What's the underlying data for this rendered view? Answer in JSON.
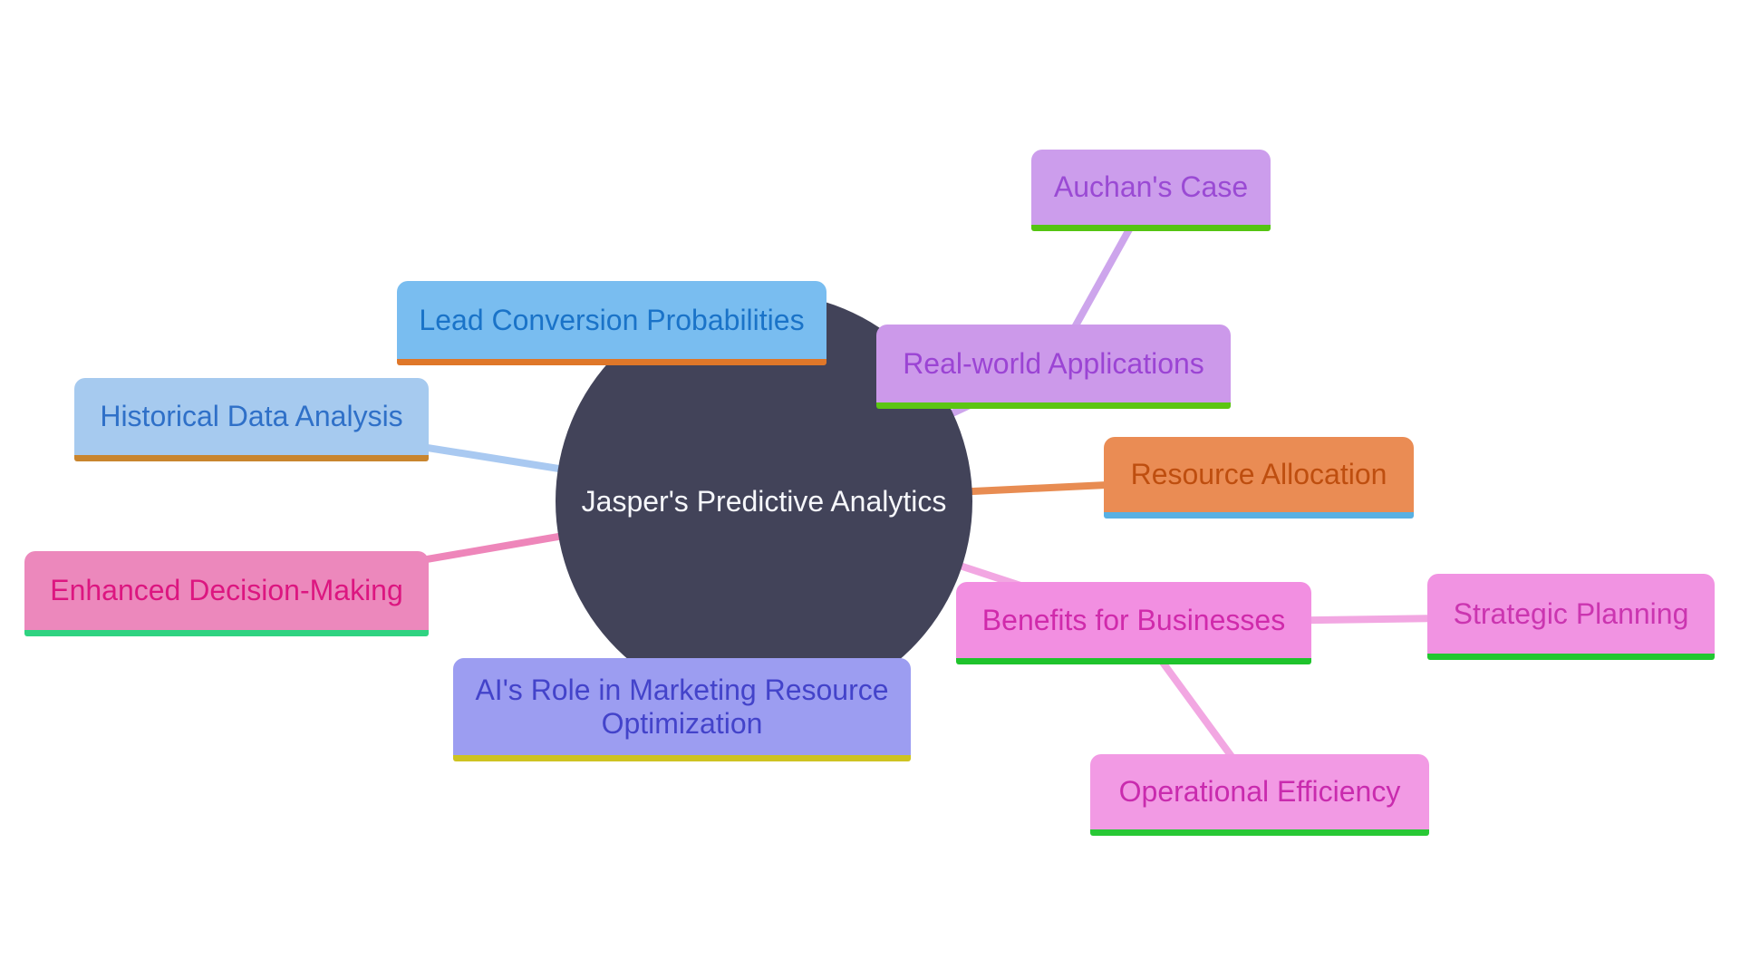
{
  "diagram": {
    "type": "mindmap",
    "background": "#FFFFFF",
    "root": {
      "id": "root",
      "label": "Jasper's Predictive Analytics",
      "bg": "#424359",
      "text_color": "#F6F7FB"
    },
    "nodes": [
      {
        "id": "lead",
        "label": "Lead Conversion Probabilities",
        "bg": "#79BDF0",
        "text_color": "#1A73C8",
        "underline": "#DF7729"
      },
      {
        "id": "historical",
        "label": "Historical Data Analysis",
        "bg": "#A6CAEF",
        "text_color": "#2F70C8",
        "underline": "#C9852E"
      },
      {
        "id": "enhanced",
        "label": "Enhanced Decision-Making",
        "bg": "#EC88BC",
        "text_color": "#DC1680",
        "underline": "#2FD381"
      },
      {
        "id": "ai",
        "label": "AI's Role in Marketing Resource Optimization",
        "bg": "#9C9DF1",
        "text_color": "#4343CA",
        "underline": "#CEC321"
      },
      {
        "id": "realworld",
        "label": "Real-world Applications",
        "bg": "#CC99EA",
        "text_color": "#9B44D4",
        "underline": "#5CC513"
      },
      {
        "id": "auchan",
        "label": "Auchan's Case",
        "bg": "#CC9DEC",
        "text_color": "#9A4AD4",
        "underline": "#55C412"
      },
      {
        "id": "resource",
        "label": "Resource Allocation",
        "bg": "#EA8C54",
        "text_color": "#BE4E0F",
        "underline": "#58B0E3"
      },
      {
        "id": "benefits",
        "label": "Benefits for Businesses",
        "bg": "#F28FE1",
        "text_color": "#D02AAB",
        "underline": "#1FC32C"
      },
      {
        "id": "strategic",
        "label": "Strategic Planning",
        "bg": "#F193E2",
        "text_color": "#CB35B0",
        "underline": "#22C731"
      },
      {
        "id": "operational",
        "label": "Operational Efficiency",
        "bg": "#F29AE4",
        "text_color": "#C92BAE",
        "underline": "#28C835"
      }
    ],
    "edges": [
      {
        "from": "root",
        "to": "lead",
        "color": "#A9C9F1"
      },
      {
        "from": "root",
        "to": "historical",
        "color": "#A9C9F1"
      },
      {
        "from": "root",
        "to": "enhanced",
        "color": "#EE86BA"
      },
      {
        "from": "root",
        "to": "ai",
        "color": "#ABABF3"
      },
      {
        "from": "root",
        "to": "realworld",
        "color": "#CDA5EC"
      },
      {
        "from": "realworld",
        "to": "auchan",
        "color": "#CDA5EC"
      },
      {
        "from": "root",
        "to": "resource",
        "color": "#E88C52"
      },
      {
        "from": "root",
        "to": "benefits",
        "color": "#F2A7E2"
      },
      {
        "from": "benefits",
        "to": "strategic",
        "color": "#F2A7E2"
      },
      {
        "from": "benefits",
        "to": "operational",
        "color": "#F2A7E2"
      }
    ]
  }
}
